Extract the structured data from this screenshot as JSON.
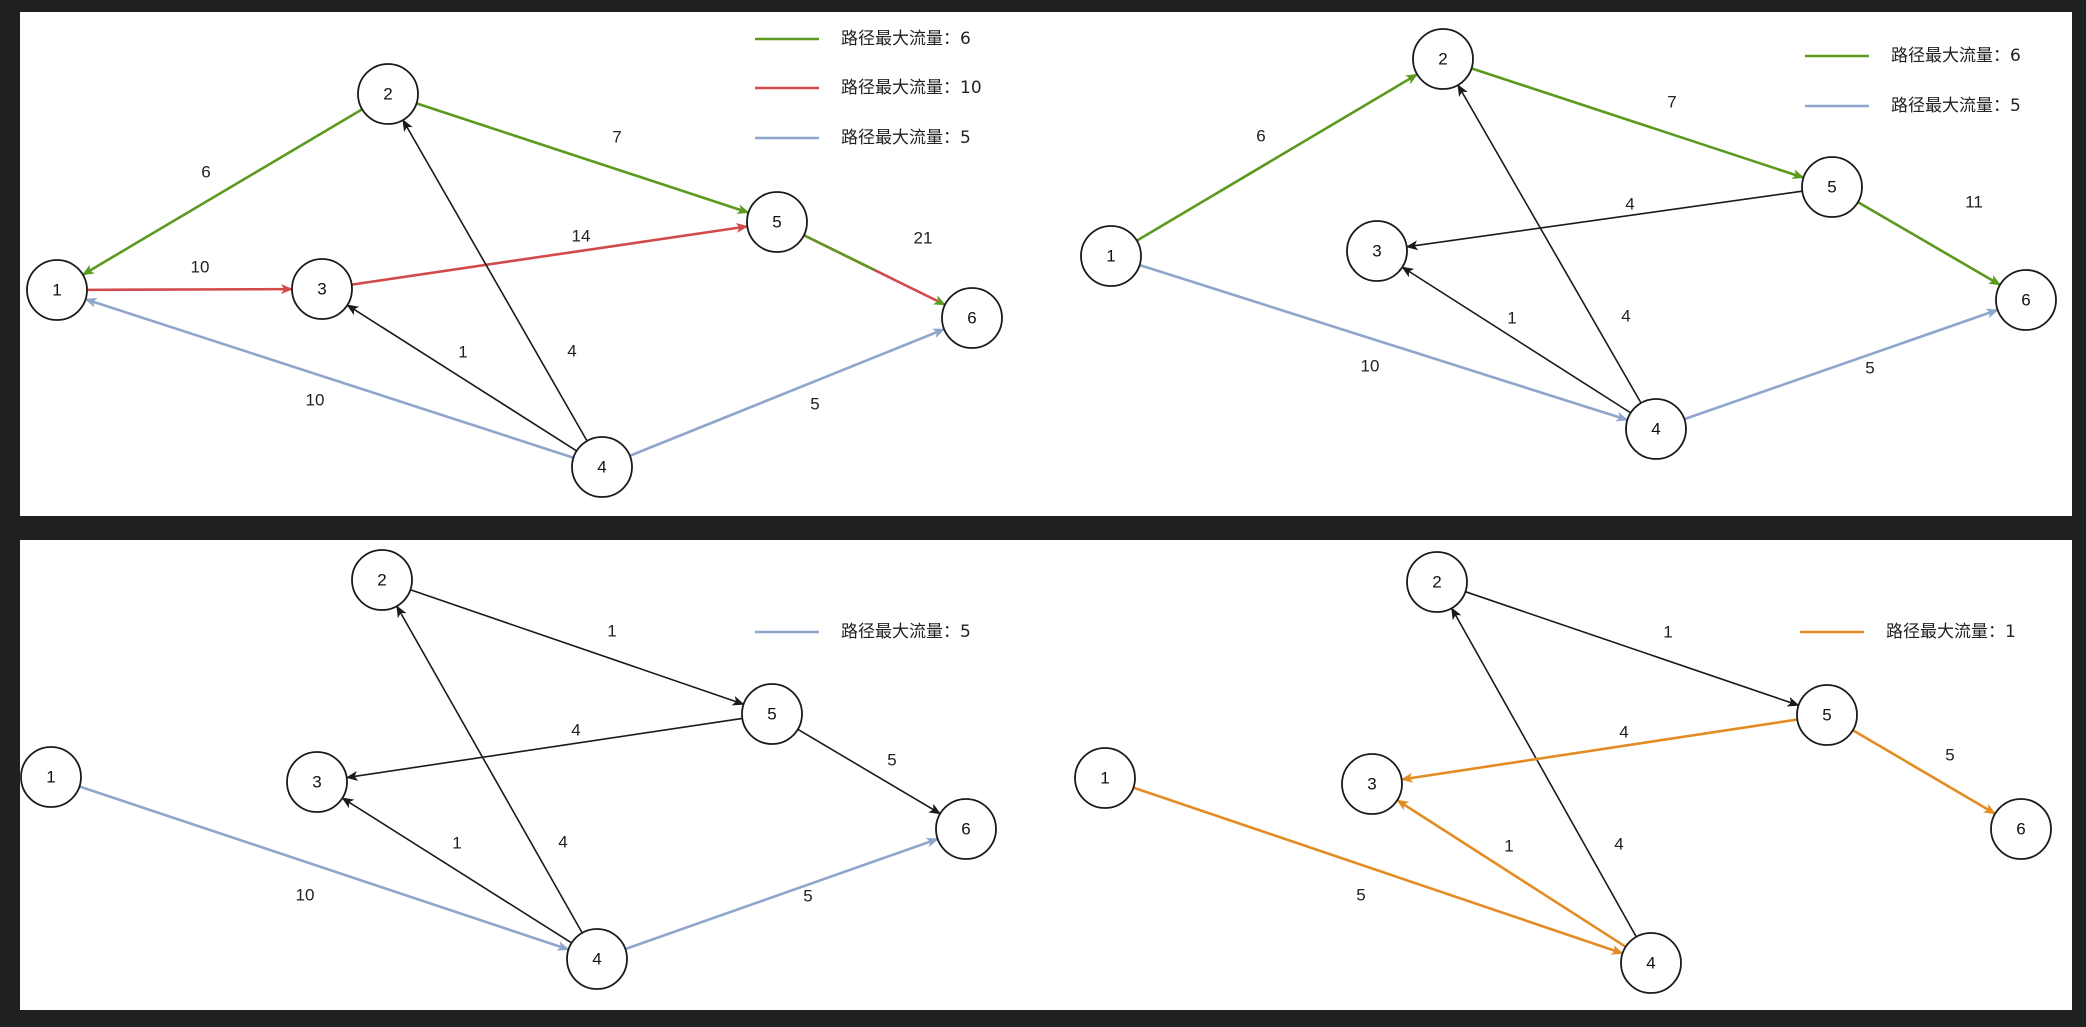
{
  "colors": {
    "green": "#5b9a1f",
    "red": "#d24a4a",
    "blue": "#8ea6cc",
    "black": "#1a1a1a",
    "orange": "#e48c24"
  },
  "diagrams": [
    {
      "id": "d1",
      "nodes": [
        "1",
        "2",
        "3",
        "4",
        "5",
        "6"
      ],
      "edges": [
        {
          "from": "2",
          "to": "1",
          "weight": "6",
          "color": "green",
          "dir": "both"
        },
        {
          "from": "2",
          "to": "5",
          "weight": "7",
          "color": "green",
          "dir": "both"
        },
        {
          "from": "1",
          "to": "3",
          "weight": "10",
          "color": "red",
          "dir": "both"
        },
        {
          "from": "3",
          "to": "5",
          "weight": "14",
          "color": "red",
          "dir": "both"
        },
        {
          "from": "5",
          "to": "6",
          "weight": "21",
          "color": "mixed",
          "dir": "both"
        },
        {
          "from": "4",
          "to": "1",
          "weight": "10",
          "color": "blue",
          "dir": "both"
        },
        {
          "from": "4",
          "to": "6",
          "weight": "5",
          "color": "blue",
          "dir": "both"
        },
        {
          "from": "4",
          "to": "3",
          "weight": "1",
          "color": "black",
          "dir": "to"
        },
        {
          "from": "4",
          "to": "2",
          "weight": "4",
          "color": "black",
          "dir": "to"
        }
      ],
      "legend": [
        {
          "label": "路径最大流量：6",
          "color": "green"
        },
        {
          "label": "路径最大流量：10",
          "color": "red"
        },
        {
          "label": "路径最大流量：5",
          "color": "blue"
        }
      ]
    },
    {
      "id": "d2",
      "nodes": [
        "1",
        "2",
        "3",
        "4",
        "5",
        "6"
      ],
      "edges": [
        {
          "from": "1",
          "to": "2",
          "weight": "6",
          "color": "green",
          "dir": "both"
        },
        {
          "from": "2",
          "to": "5",
          "weight": "7",
          "color": "green",
          "dir": "both"
        },
        {
          "from": "5",
          "to": "6",
          "weight": "11",
          "color": "green",
          "dir": "both"
        },
        {
          "from": "5",
          "to": "3",
          "weight": "4",
          "color": "black",
          "dir": "both"
        },
        {
          "from": "4",
          "to": "3",
          "weight": "1",
          "color": "black",
          "dir": "to"
        },
        {
          "from": "4",
          "to": "2",
          "weight": "4",
          "color": "black",
          "dir": "to"
        },
        {
          "from": "1",
          "to": "4",
          "weight": "10",
          "color": "blue",
          "dir": "both"
        },
        {
          "from": "4",
          "to": "6",
          "weight": "5",
          "color": "blue",
          "dir": "both"
        }
      ],
      "legend": [
        {
          "label": "路径最大流量：6",
          "color": "green"
        },
        {
          "label": "路径最大流量：5",
          "color": "blue"
        }
      ]
    },
    {
      "id": "d3",
      "nodes": [
        "1",
        "2",
        "3",
        "4",
        "5",
        "6"
      ],
      "edges": [
        {
          "from": "2",
          "to": "5",
          "weight": "1",
          "color": "black",
          "dir": "both"
        },
        {
          "from": "5",
          "to": "3",
          "weight": "4",
          "color": "black",
          "dir": "both"
        },
        {
          "from": "5",
          "to": "6",
          "weight": "5",
          "color": "black",
          "dir": "both"
        },
        {
          "from": "4",
          "to": "3",
          "weight": "1",
          "color": "black",
          "dir": "to"
        },
        {
          "from": "4",
          "to": "2",
          "weight": "4",
          "color": "black",
          "dir": "to"
        },
        {
          "from": "1",
          "to": "4",
          "weight": "10",
          "color": "blue",
          "dir": "both"
        },
        {
          "from": "4",
          "to": "6",
          "weight": "5",
          "color": "blue",
          "dir": "both"
        }
      ],
      "legend": [
        {
          "label": "路径最大流量：5",
          "color": "blue"
        }
      ]
    },
    {
      "id": "d4",
      "nodes": [
        "1",
        "2",
        "3",
        "4",
        "5",
        "6"
      ],
      "edges": [
        {
          "from": "2",
          "to": "5",
          "weight": "1",
          "color": "black",
          "dir": "both"
        },
        {
          "from": "4",
          "to": "2",
          "weight": "4",
          "color": "black",
          "dir": "to"
        },
        {
          "from": "5",
          "to": "3",
          "weight": "4",
          "color": "orange",
          "dir": "both"
        },
        {
          "from": "5",
          "to": "6",
          "weight": "5",
          "color": "orange",
          "dir": "both"
        },
        {
          "from": "4",
          "to": "3",
          "weight": "1",
          "color": "orange",
          "dir": "both"
        },
        {
          "from": "1",
          "to": "4",
          "weight": "5",
          "color": "orange",
          "dir": "both"
        }
      ],
      "legend": [
        {
          "label": "路径最大流量：1",
          "color": "orange"
        }
      ]
    }
  ]
}
